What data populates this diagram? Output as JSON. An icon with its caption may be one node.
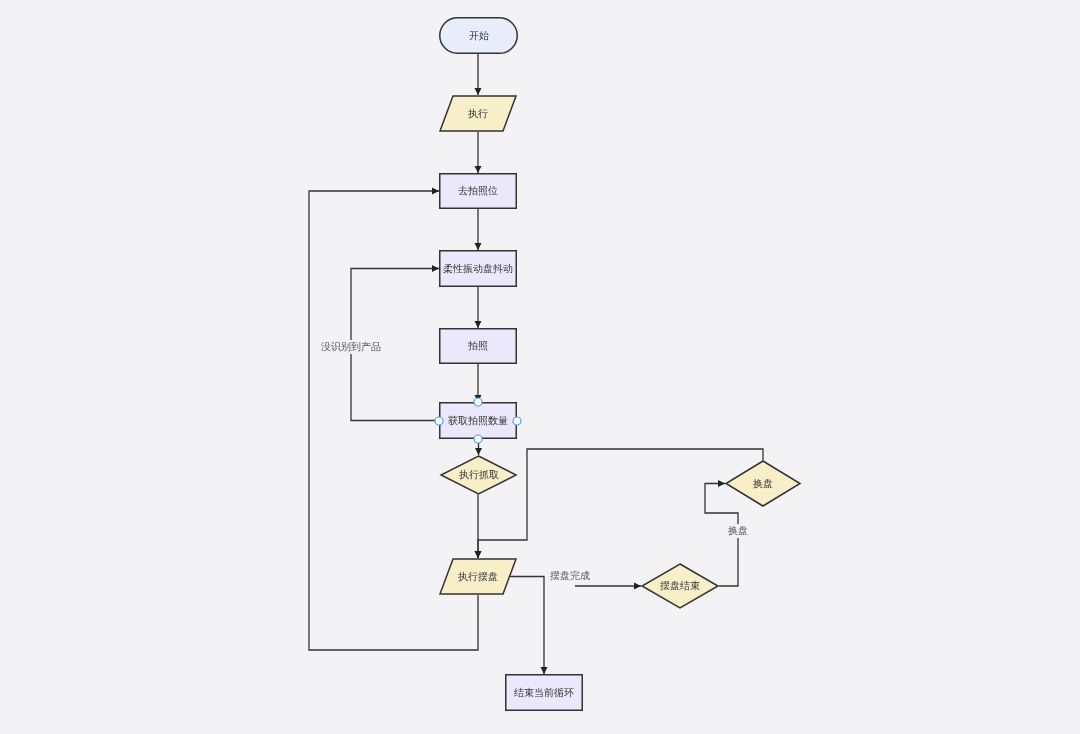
{
  "diagram": {
    "nodes": [
      {
        "text": [
          "开始"
        ]
      },
      {
        "text": [
          "执行"
        ]
      },
      {
        "text": [
          "去拍照位"
        ]
      },
      {
        "text": [
          "柔性振动盘抖动"
        ]
      },
      {
        "text": [
          "拍照"
        ]
      },
      {
        "text": [
          "获取拍照数量"
        ]
      },
      {
        "text": [
          "执行抓取"
        ]
      },
      {
        "text": [
          "执行摆盘"
        ]
      },
      {
        "text": [
          "摆盘结束"
        ]
      },
      {
        "text": [
          "换盘"
        ]
      },
      {
        "text": [
          "结束当前循环"
        ]
      }
    ],
    "edges": [
      {
        "from": 0,
        "to": 1,
        "arrow": "to"
      },
      {
        "from": 1,
        "to": 2,
        "arrow": "to"
      },
      {
        "from": 2,
        "to": 3,
        "arrow": "to"
      },
      {
        "from": 3,
        "to": 4,
        "arrow": "to"
      },
      {
        "from": 4,
        "to": 5,
        "arrow": "to"
      },
      {
        "from": 5,
        "to": 3,
        "arrow": "to",
        "label": "没识别到产品"
      },
      {
        "from": 5,
        "to": 6,
        "arrow": "to"
      },
      {
        "from": 6,
        "to": 7,
        "arrow": "to"
      },
      {
        "from": 7,
        "to": 2,
        "arrow": "to"
      },
      {
        "from": 7,
        "to": 10,
        "arrow": "to"
      },
      {
        "from": null,
        "to": 8,
        "arrow": "to",
        "label": "摆盘完成"
      },
      {
        "from": 8,
        "to": 9,
        "arrow": "to",
        "label": "换盘"
      },
      {
        "from": 9,
        "to": 7,
        "arrow": "to"
      }
    ]
  }
}
